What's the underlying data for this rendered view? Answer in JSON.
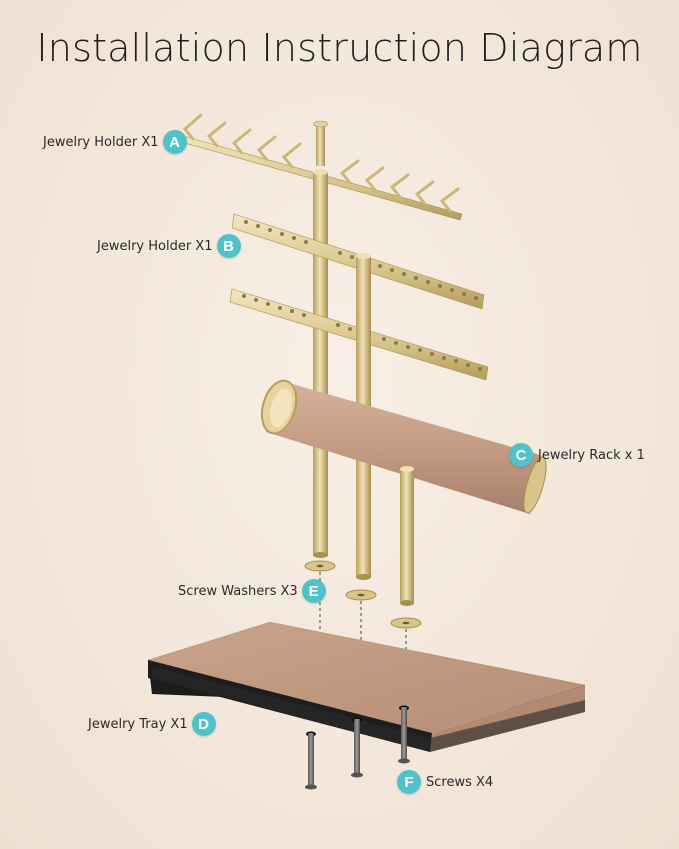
{
  "title": "Installation Instruction Diagram",
  "colors": {
    "badge": "#4fc3c9",
    "gold": "#d9c48a",
    "leather": "#c49b83",
    "tray_bottom": "#1c1c1c"
  },
  "callouts": [
    {
      "letter": "A",
      "label": "Jewelry Holder X1"
    },
    {
      "letter": "B",
      "label": "Jewelry Holder X1"
    },
    {
      "letter": "C",
      "label": "Jewelry Rack x 1"
    },
    {
      "letter": "E",
      "label": "Screw Washers X3"
    },
    {
      "letter": "D",
      "label": "Jewelry Tray X1"
    },
    {
      "letter": "F",
      "label": "Screws X4"
    }
  ]
}
